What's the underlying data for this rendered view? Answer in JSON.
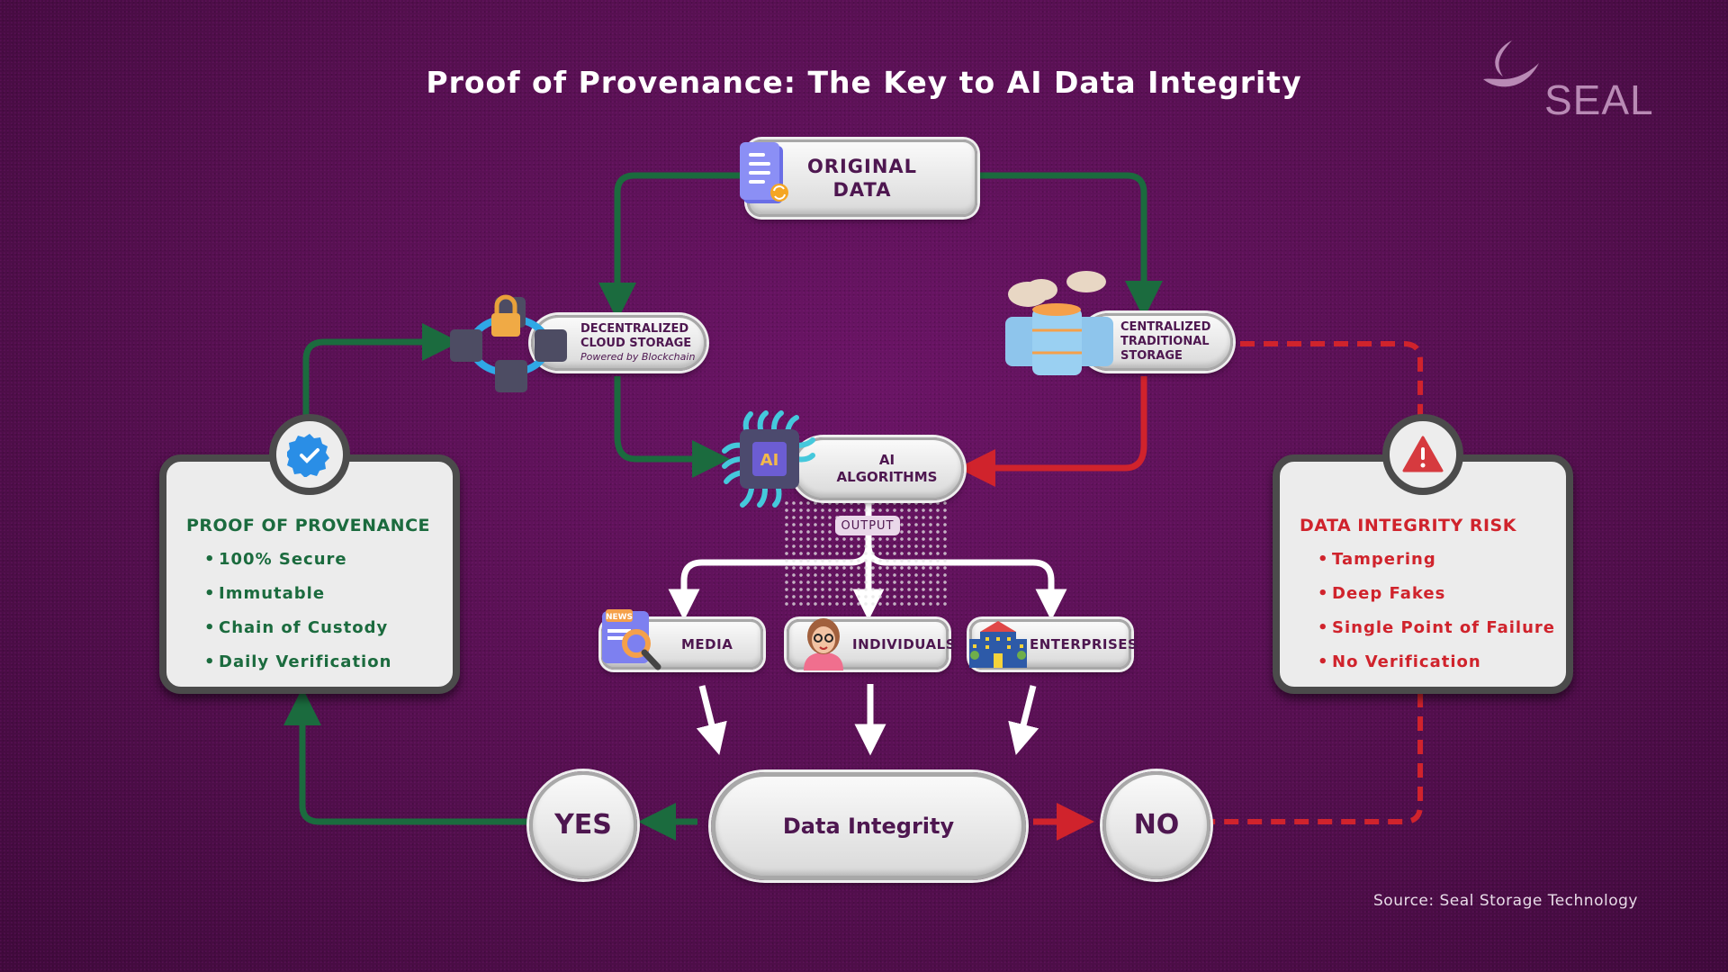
{
  "title": "Proof of Provenance: The Key to AI Data Integrity",
  "logo": {
    "text": "SEAL",
    "icon": "seal-logo-icon"
  },
  "nodes": {
    "original_data": {
      "label_line1": "ORIGINAL",
      "label_line2": "DATA",
      "icon": "document-sync-icon"
    },
    "decentralized": {
      "label_line1": "DECENTRALIZED",
      "label_line2": "CLOUD STORAGE",
      "sub": "Powered by Blockchain",
      "icon": "blockchain-lock-icon"
    },
    "centralized": {
      "label_line1": "CENTRALIZED",
      "label_line2": "TRADITIONAL",
      "label_line3": "STORAGE",
      "icon": "server-cloud-icon"
    },
    "ai": {
      "label_line1": "AI",
      "label_line2": "ALGORITHMS",
      "icon": "ai-chip-icon"
    },
    "output_tag": "OUTPUT",
    "outputs": [
      {
        "label": "MEDIA",
        "icon": "news-magnifier-icon"
      },
      {
        "label": "INDIVIDUALS",
        "icon": "person-icon"
      },
      {
        "label": "ENTERPRISES",
        "icon": "building-icon"
      }
    ],
    "decision": "Data Integrity",
    "yes": "YES",
    "no": "NO"
  },
  "panels": {
    "provenance": {
      "title": "PROOF OF PROVENANCE",
      "items": [
        "100% Secure",
        "Immutable",
        "Chain of Custody",
        "Daily Verification"
      ],
      "icon": "verified-badge-icon"
    },
    "risk": {
      "title": "DATA INTEGRITY RISK",
      "items": [
        "Tampering",
        "Deep Fakes",
        "Single Point of Failure",
        "No Verification"
      ],
      "icon": "warning-icon"
    }
  },
  "colors": {
    "green": "#1b6b3e",
    "red": "#d0232c",
    "text": "#4e1750",
    "white_arrow": "#ffffff"
  },
  "source": "Source: Seal Storage Technology"
}
